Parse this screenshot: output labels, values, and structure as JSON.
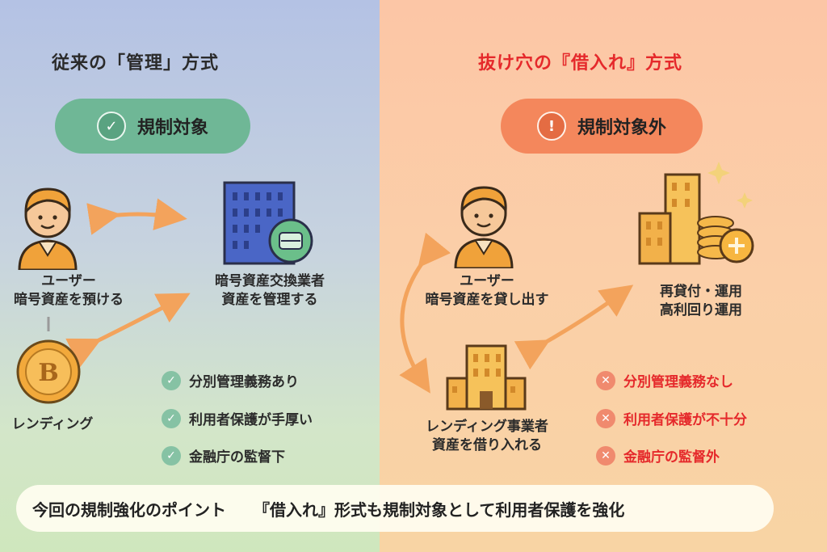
{
  "left": {
    "title": "従来の「管理」方式",
    "badge": "規制対象",
    "user_name": "ユーザー",
    "user_action": "暗号資産を預ける",
    "exchange_name": "暗号資産交換業者",
    "exchange_action": "資産を管理する",
    "lending_label": "レンディング",
    "coin_letter": "B",
    "points": [
      "分別管理義務あり",
      "利用者保護が手厚い",
      "金融庁の監督下"
    ]
  },
  "right": {
    "title": "抜け穴の『借入れ』方式",
    "badge": "規制対象外",
    "user_name": "ユーザー",
    "user_action": "暗号資産を貸し出す",
    "business_name": "レンディング事業者",
    "business_action": "資産を借り入れる",
    "reuse_line1": "再貸付・運用",
    "reuse_line2": "高利回り運用",
    "points": [
      "分別管理義務なし",
      "利用者保護が不十分",
      "金融庁の監督外"
    ]
  },
  "banner": {
    "point_label": "今回の規制強化のポイント",
    "point_text": "『借入れ』形式も規制対象として利用者保護を強化"
  },
  "colors": {
    "regulated_green": "#6db593",
    "unregulated_orange": "#f4895f",
    "alert_red": "#e5292b",
    "arrow_orange": "#f3a35c"
  },
  "icons": {
    "regulated_badge": "check-circle-icon",
    "unregulated_badge": "exclamation-circle-icon",
    "left_points": "check-icon",
    "right_points": "cross-icon"
  }
}
